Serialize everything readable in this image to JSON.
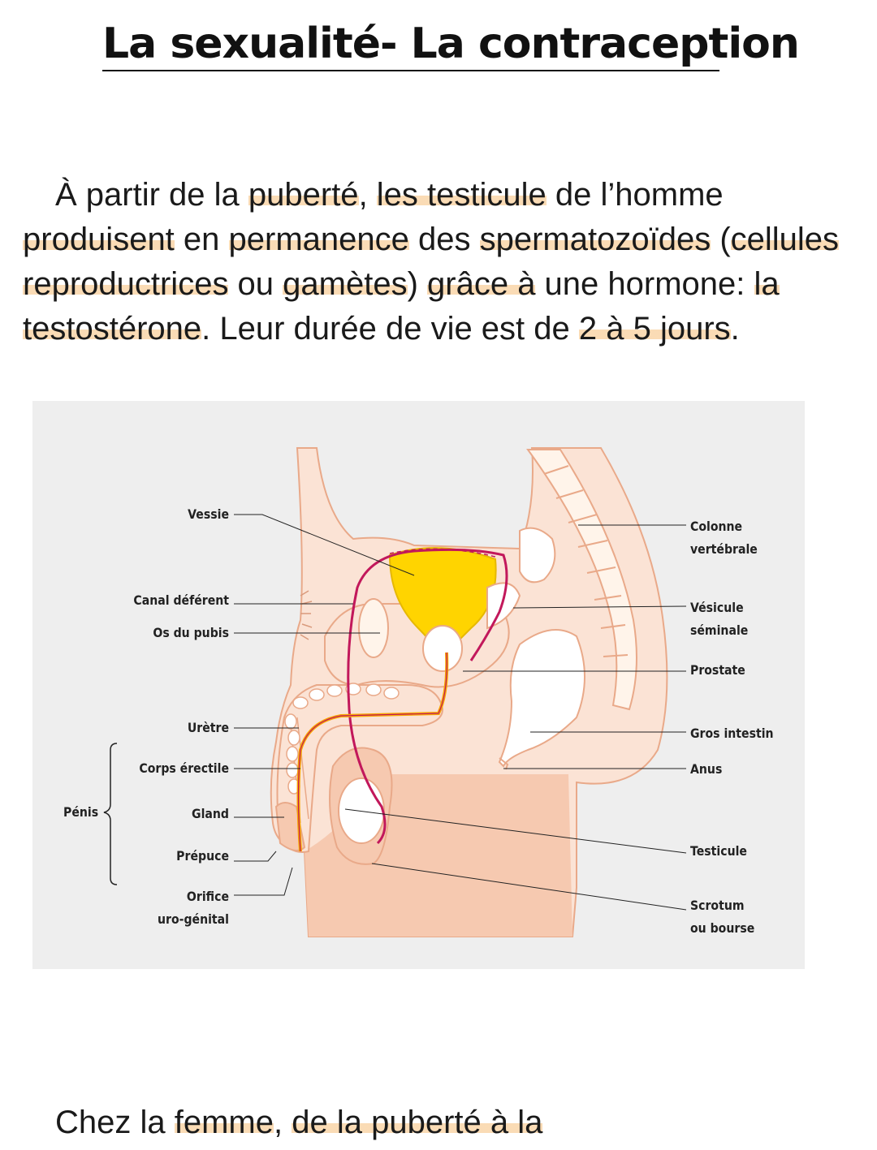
{
  "title": "La sexualité- La contraception",
  "intro_paragraph": {
    "segments": [
      {
        "text": "À partir de la ",
        "highlight": false
      },
      {
        "text": "puberté",
        "highlight": true
      },
      {
        "text": ", ",
        "highlight": false
      },
      {
        "text": "les testicule",
        "highlight": true
      },
      {
        "text": " de l’homme ",
        "highlight": false
      },
      {
        "text": "produisent",
        "highlight": true
      },
      {
        "text": " en ",
        "highlight": false
      },
      {
        "text": "permanence",
        "highlight": true
      },
      {
        "text": " des ",
        "highlight": false
      },
      {
        "text": "spermatozoïdes",
        "highlight": true
      },
      {
        "text": " (",
        "highlight": false
      },
      {
        "text": "cellules reproductrices",
        "highlight": true
      },
      {
        "text": " ou ",
        "highlight": false
      },
      {
        "text": "gamètes",
        "highlight": true
      },
      {
        "text": ") ",
        "highlight": false
      },
      {
        "text": "grâce à",
        "highlight": true
      },
      {
        "text": " une hormone: ",
        "highlight": false
      },
      {
        "text": "la testostérone",
        "highlight": true
      },
      {
        "text": ". Leur durée de vie est de ",
        "highlight": false
      },
      {
        "text": "2 à 5 jours",
        "highlight": true
      },
      {
        "text": ".",
        "highlight": false
      }
    ]
  },
  "diagram": {
    "left_labels": {
      "vessie": "Vessie",
      "canal_deferent": "Canal déférent",
      "os_pubis": "Os du pubis",
      "uretre": "Urètre",
      "corps_erectile": "Corps érectile",
      "gland": "Gland",
      "prepuce": "Prépuce",
      "orifice_1": "Orifice",
      "orifice_2": "uro-génital",
      "penis_group": "Pénis"
    },
    "right_labels": {
      "colonne_1": "Colonne",
      "colonne_2": "vertébrale",
      "vesicule_1": "Vésicule",
      "vesicule_2": "séminale",
      "prostate": "Prostate",
      "gros_intestin": "Gros intestin",
      "anus": "Anus",
      "testicule": "Testicule",
      "scrotum_1": "Scrotum",
      "scrotum_2": "ou bourse"
    },
    "colors": {
      "background": "#eeeeee",
      "body_light": "#fbe3d5",
      "body_mid": "#f6c9b0",
      "body_dark": "#efb597",
      "bladder": "#ffd400",
      "duct": "#c2185b",
      "urethra": "#f7a600",
      "outline": "#e9a989"
    }
  },
  "second_paragraph": {
    "segments": [
      {
        "text": "Chez la ",
        "highlight": false
      },
      {
        "text": "femme",
        "highlight": true
      },
      {
        "text": ", ",
        "highlight": false
      },
      {
        "text": "de la puberté à la",
        "highlight": true
      }
    ]
  },
  "highlight_color": "#f5be78"
}
